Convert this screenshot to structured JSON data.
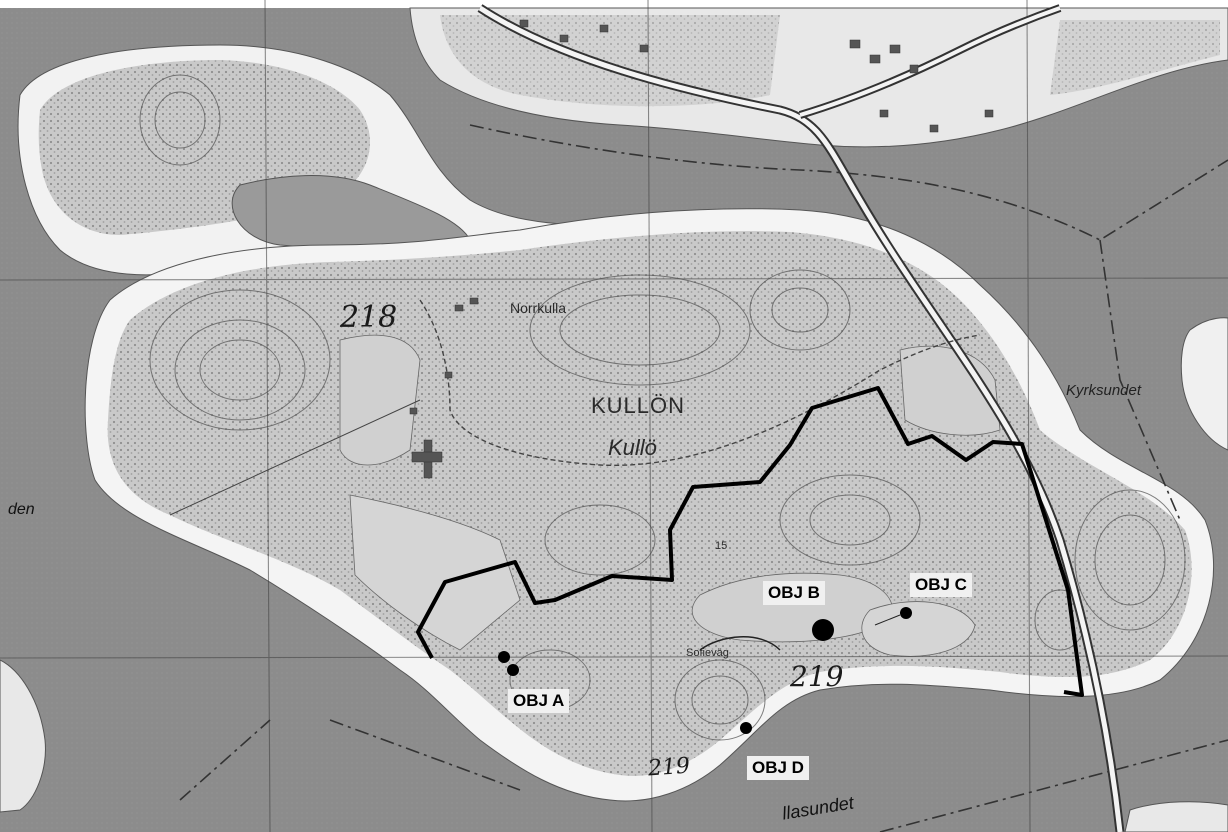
{
  "map": {
    "place_labels": {
      "island_upper": "KULLÖN",
      "island_lower": "Kullö",
      "village": "Norrkulla",
      "strait_east": "Kyrksundet",
      "strait_south": "llasundet",
      "edge_west": "den",
      "small_field": "Sofieväg"
    },
    "handwritten": {
      "north_site": "218",
      "south_site": "219",
      "south_coast": "219"
    },
    "objects": [
      {
        "label": "OBJ A"
      },
      {
        "label": "OBJ B"
      },
      {
        "label": "OBJ C"
      },
      {
        "label": "OBJ D"
      }
    ],
    "contour_value": "15"
  }
}
